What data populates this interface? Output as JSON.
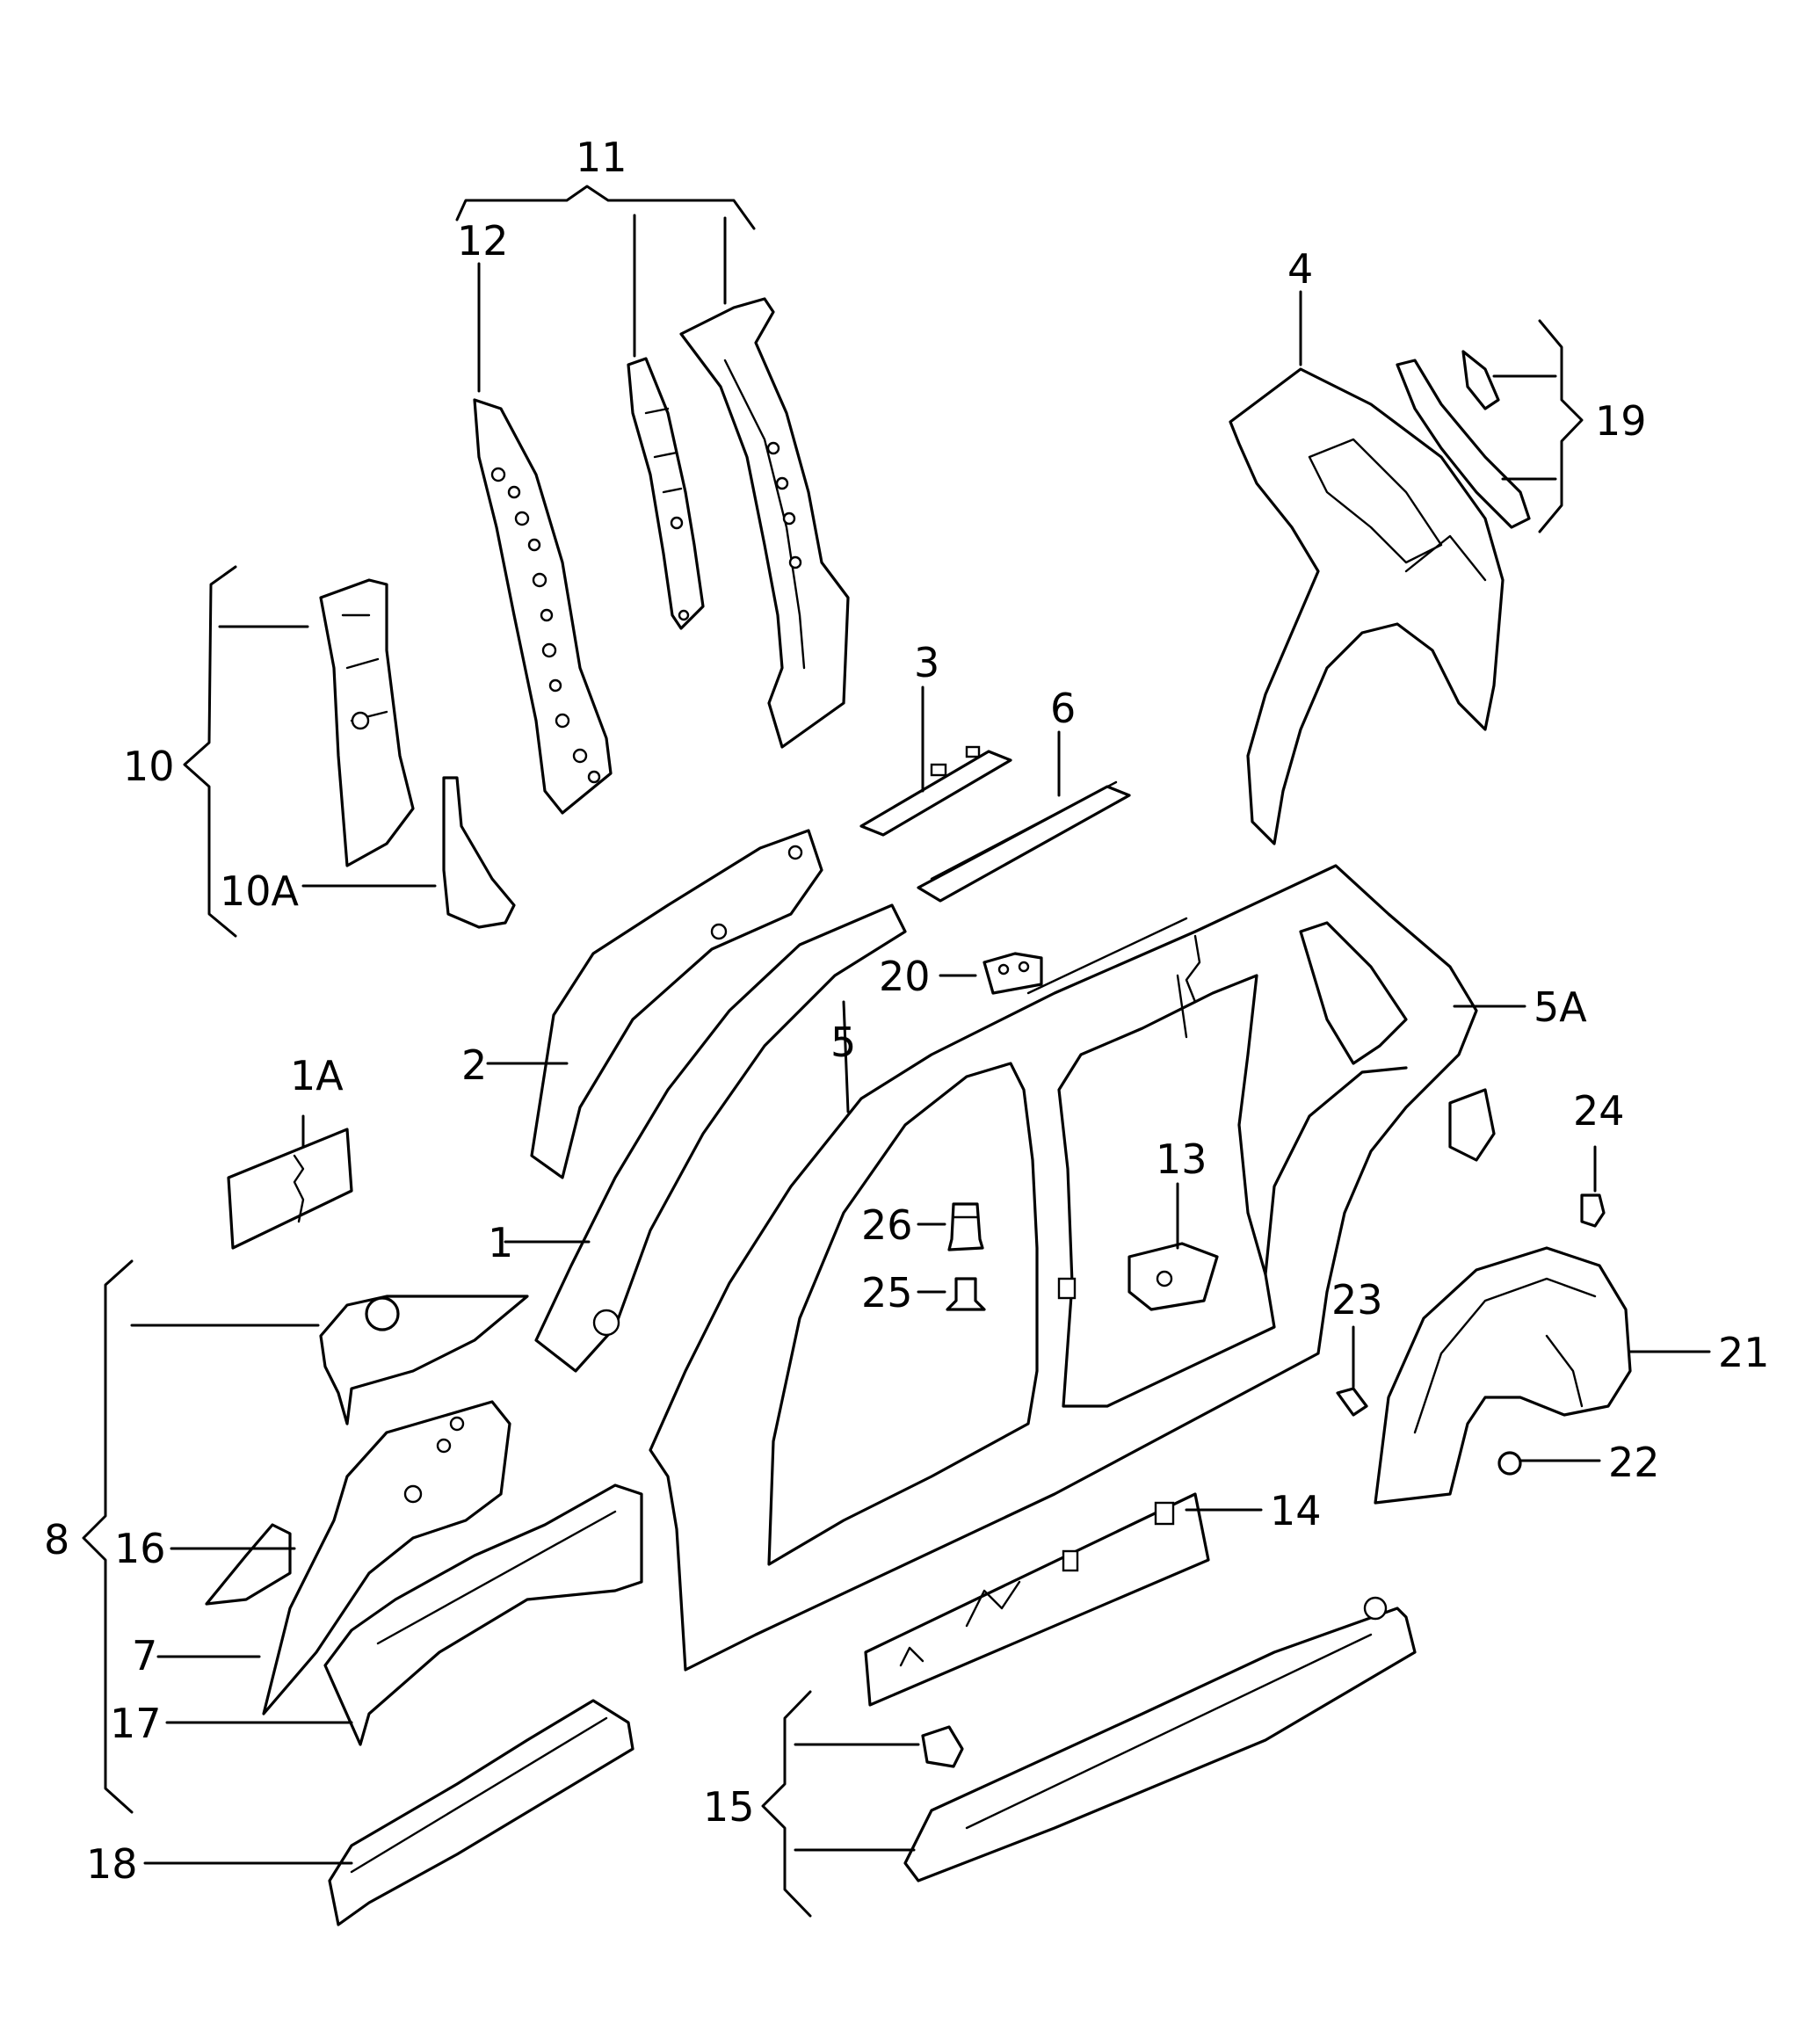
{
  "labels": {
    "p1": "1",
    "p1A": "1A",
    "p2": "2",
    "p3": "3",
    "p4": "4",
    "p5": "5",
    "p5A": "5A",
    "p6": "6",
    "p7": "7",
    "p8": "8",
    "p10": "10",
    "p10A": "10A",
    "p11": "11",
    "p12": "12",
    "p13": "13",
    "p14": "14",
    "p15": "15",
    "p16": "16",
    "p17": "17",
    "p18": "18",
    "p19": "19",
    "p20": "20",
    "p21": "21",
    "p22": "22",
    "p23": "23",
    "p24": "24",
    "p25": "25",
    "p26": "26"
  },
  "colors": {
    "line": "#000000",
    "background": "#ffffff"
  }
}
